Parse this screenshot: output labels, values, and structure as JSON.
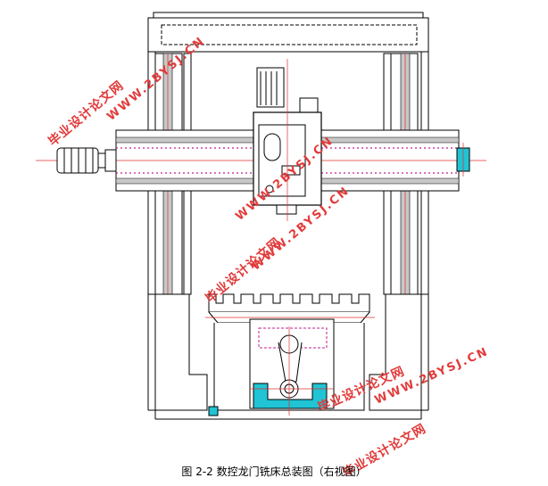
{
  "caption": "图 2-2 数控龙门铣床总装图（右视图）",
  "watermarks": [
    {
      "cn": "毕业设计论文网",
      "en": "WWW.2BYSJ.CN"
    },
    {
      "cn": "毕业设计论文网",
      "en": "WWW.2BYSJ.CN"
    },
    {
      "cn": "毕业设计论文网",
      "en": "WWW.2BYSJ.CN"
    },
    {
      "cn": "毕业设计论文网",
      "en": "WWW.2BYSJ.CN"
    }
  ],
  "colors": {
    "outline": "#000000",
    "centerline": "#e03030",
    "watermark": "#e23b3b",
    "cyan": "#20c4d4",
    "rail_fill": "#c8c8c8",
    "magenta": "#c02090"
  }
}
